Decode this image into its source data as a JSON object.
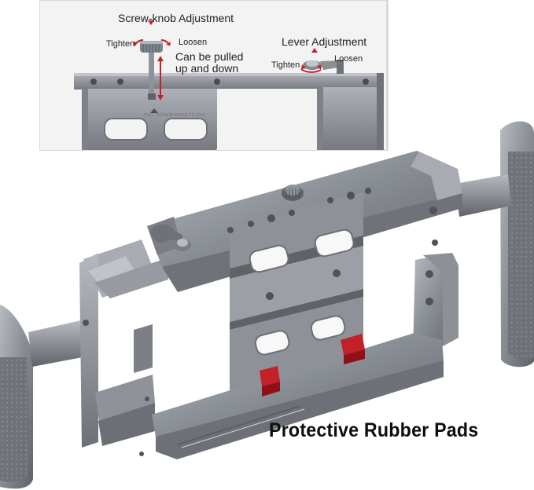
{
  "inset": {
    "screw_title": "Screw-knob Adjustment",
    "tighten_left": "Tighten",
    "loosen_left": "Loosen",
    "pull_line_1": "Can be pulled",
    "pull_line_2": "up and down",
    "lever_title": "Lever Adjustment",
    "tighten_right": "Tighten",
    "loosen_right": "Loosen",
    "note": "PULL SCREW KNOB TO USE"
  },
  "caption": "Protective Rubber Pads",
  "colors": {
    "metal_dark": "#6a6d72",
    "metal_mid": "#8b8f95",
    "metal_light": "#b4b8be",
    "rubber_red": "#c4202a",
    "inset_bg": "#f3f3f3"
  }
}
